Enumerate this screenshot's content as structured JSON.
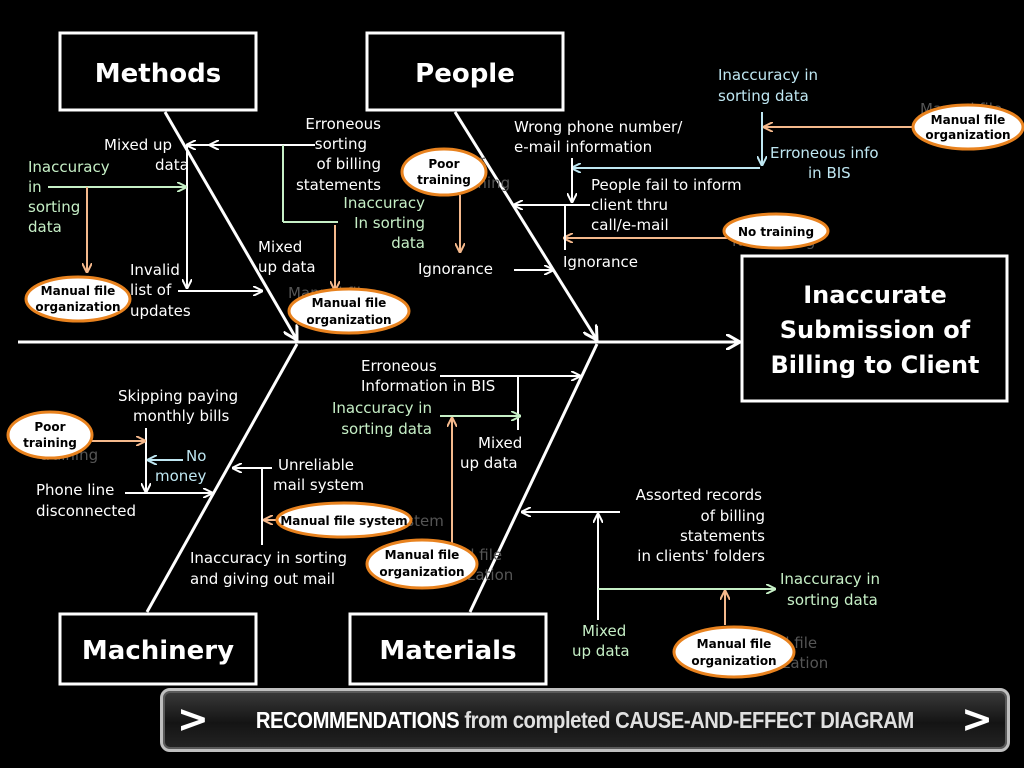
{
  "colors": {
    "white": "#ffffff",
    "green": "#c6efc6",
    "blue": "#bfe7f2",
    "orange": "#f5b98c",
    "badge_border": "#e8821e",
    "ghost": "#555555"
  },
  "effect": {
    "line1": "Inaccurate",
    "line2": "Submission of",
    "line3": "Billing to Client"
  },
  "categories": {
    "methods": "Methods",
    "people": "People",
    "machinery": "Machinery",
    "materials": "Materials"
  },
  "methods": {
    "mixed_up_1": "Mixed up",
    "mixed_up_2": "data",
    "inacc_1": "Inaccuracy",
    "inacc_2": "in",
    "inacc_3": "sorting",
    "inacc_4": "data",
    "invalid_1": "Invalid",
    "invalid_2": "list of",
    "invalid_3": "updates",
    "err_1": "Erroneous",
    "err_2": "sorting",
    "err_3": "of billing",
    "err_4": "statements",
    "inacc2_1": "Inaccuracy",
    "inacc2_2": "In sorting",
    "inacc2_3": "data",
    "mixed2_1": "Mixed",
    "mixed2_2": "up data"
  },
  "people": {
    "wrong_1": "Wrong phone number/",
    "wrong_2": "e-mail  information",
    "inacc_1": "Inaccuracy in",
    "inacc_2": "sorting data",
    "errinfo_1": "Erroneous info",
    "errinfo_2": "in BIS",
    "fail_1": "People fail to inform",
    "fail_2": "client thru",
    "fail_3": "call/e-mail",
    "ignorance_1": "Ignorance",
    "ignorance_2": "Ignorance"
  },
  "machinery": {
    "skip_1": "Skipping paying",
    "skip_2": "monthly bills",
    "nomoney_1": "No",
    "nomoney_2": "money",
    "phone_1": "Phone line",
    "phone_2": "disconnected",
    "unrel_1": "Unreliable",
    "unrel_2": "mail system",
    "sort_1": "Inaccuracy in sorting",
    "sort_2": "and giving out mail"
  },
  "materials": {
    "errinfo_1": "Erroneous",
    "errinfo_2": "Information in BIS",
    "inacc_1": "Inaccuracy in",
    "inacc_2": "sorting data",
    "mixed_1": "Mixed",
    "mixed_2": "up data",
    "assorted_1": "Assorted records",
    "assorted_2": "of billing",
    "assorted_3": "statements",
    "assorted_4": "in clients' folders",
    "inacc2_1": "Inaccuracy in",
    "inacc2_2": "sorting data",
    "mixed2_1": "Mixed",
    "mixed2_2": "up data"
  },
  "badges": {
    "poor_training_1": "Poor",
    "poor_training_2": "training",
    "no_training": "No training",
    "manual_file_1": "Manual file",
    "manual_file_2": "organization",
    "manual_file_system": "Manual file system"
  },
  "ghost_text": {
    "m1": "Manual file",
    "m2": "organization",
    "p1": "Poor",
    "p2": "training",
    "nt": "No training",
    "ms": "file system"
  },
  "footer": {
    "gt": ">",
    "part1": "RECOMMENDATIONS",
    "part2": " from completed CAUSE-AND-EFFECT DIAGRAM"
  }
}
